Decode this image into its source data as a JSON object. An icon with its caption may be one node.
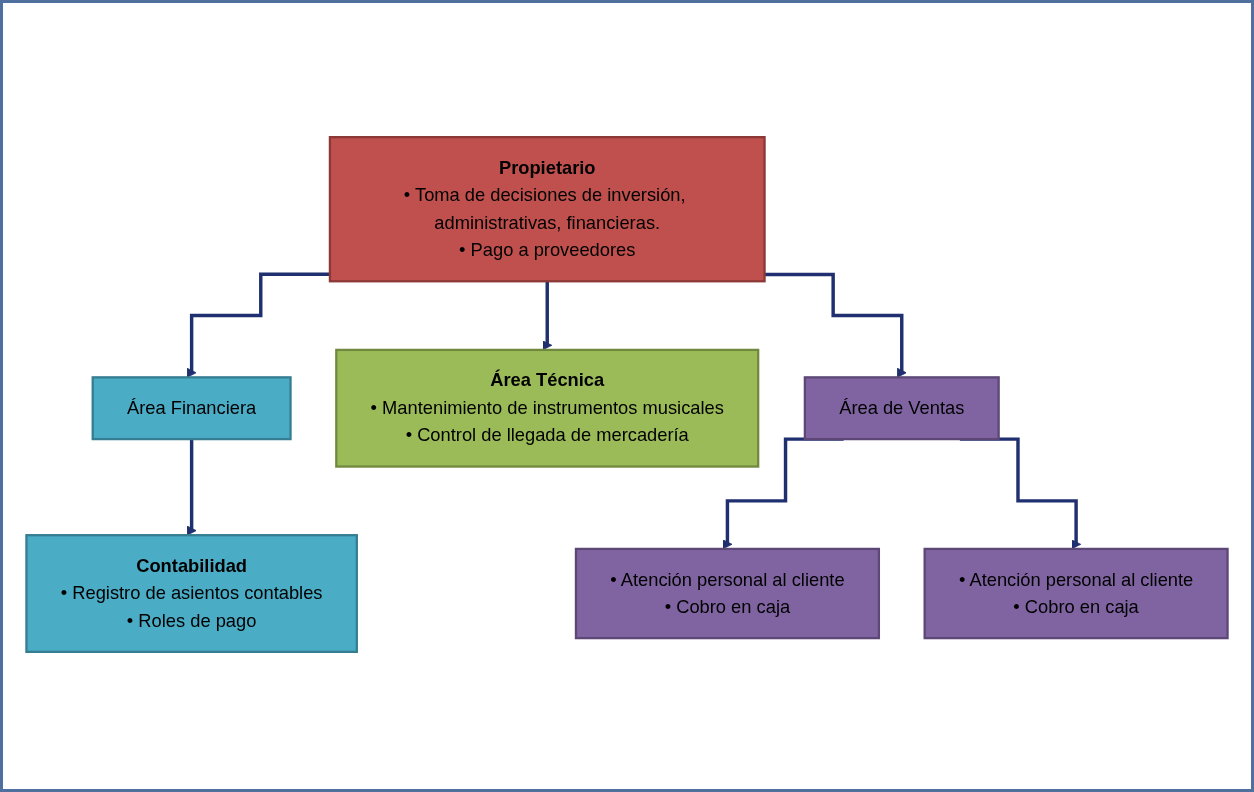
{
  "diagram": {
    "nodes": [
      {
        "text": [
          "Propietario",
          "• Toma de decisiones de inversión, administrativas, financieras.",
          "• Pago a proveedores"
        ]
      },
      {
        "text": [
          "Área Financiera"
        ]
      },
      {
        "text": [
          "Área Técnica",
          "• Mantenimiento de instrumentos musicales",
          "• Control de llegada de mercadería"
        ]
      },
      {
        "text": [
          "Área de Ventas"
        ]
      },
      {
        "text": [
          "Contabilidad",
          "• Registro de asientos  contables",
          "• Roles de pago"
        ]
      },
      {
        "text": [
          "• Atención personal al cliente",
          "• Cobro en caja"
        ]
      },
      {
        "text": [
          "• Atención personal al cliente",
          "• Cobro en caja"
        ]
      }
    ],
    "edges": [
      {
        "from": 0,
        "to": 1,
        "arrow": "to"
      },
      {
        "from": 0,
        "to": 2,
        "arrow": "to"
      },
      {
        "from": 0,
        "to": 3,
        "arrow": "to"
      },
      {
        "from": 1,
        "to": 4,
        "arrow": "to"
      },
      {
        "from": 3,
        "to": 5,
        "arrow": "to"
      },
      {
        "from": 3,
        "to": 6,
        "arrow": "to"
      }
    ]
  }
}
